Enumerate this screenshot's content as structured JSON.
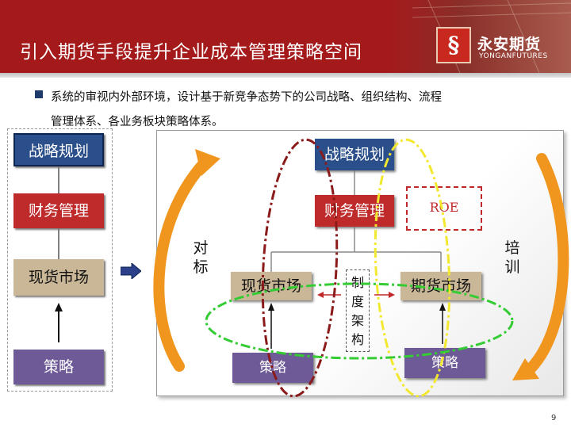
{
  "header": {
    "title": "引入期货手段提升企业成本管理策略空间",
    "logo_mark": "§",
    "logo_cn": "永安期货",
    "logo_en": "YONGANFUTURES"
  },
  "intro": {
    "line1": "系统的审视内外部环境，设计基于新竞争态势下的公司战略、组织结构、流程",
    "line2": "管理体系、各业务板块策略体系。"
  },
  "left_column": {
    "strategy": "战略规划",
    "finance": "财务管理",
    "spot": "现货市场",
    "tactics": "策略"
  },
  "right_panel": {
    "strategy": "战略规划",
    "finance": "财务管理",
    "roe": "ROE",
    "benchmark": [
      "对",
      "标"
    ],
    "training": [
      "培",
      "训"
    ],
    "spot": "现货市场",
    "futures": "期货市场",
    "system": [
      "制",
      "度",
      "架",
      "构"
    ],
    "tactics_left": "策略",
    "tactics_right": "策略"
  },
  "colors": {
    "header_red": "#a41a1b",
    "box_blue": "#2b4f8a",
    "box_red": "#bf2b2b",
    "box_tan": "#c9b797",
    "box_purple": "#6e5a96",
    "arrow_orange": "#f0961e",
    "ellipse_red": "#8b1a1a",
    "ellipse_yellow": "#f2e830",
    "ellipse_green": "#33cc33"
  },
  "page_number": "9"
}
